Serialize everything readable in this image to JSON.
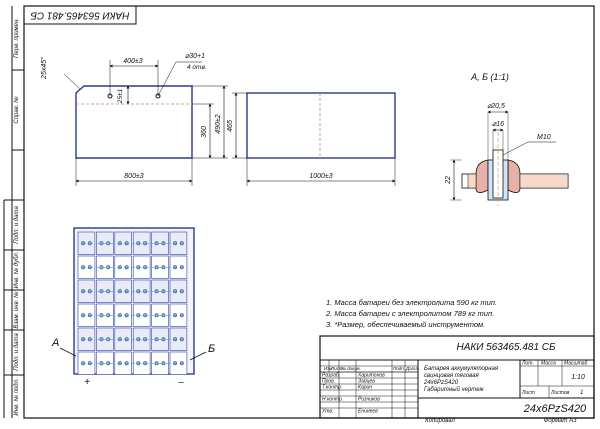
{
  "sheet": {
    "doc_code_rotated": "НАКИ 563465.481 СБ",
    "side_labels": [
      "Перв. примен.",
      "Справ. №",
      "Подп. и дата",
      "Инв. № дубл.",
      "Взам. инв. №",
      "Подп. и дата",
      "Инв. № подл."
    ],
    "footer_copied": "Копировал",
    "footer_format": "Формат А3"
  },
  "front_view": {
    "chamfer": "25х45°",
    "hole_dim": "400±3",
    "hole_diam": "⌀30+1",
    "hole_count": "4 отв.",
    "inner_offset": "25±1",
    "height_inner": "360",
    "height_outer": "490±2",
    "width": "800±3"
  },
  "side_view": {
    "height": "465",
    "length": "1000±3"
  },
  "detail": {
    "title": "А, Б (1:1)",
    "d1": "⌀20,5",
    "d2": "⌀16",
    "thread": "М10",
    "height": "22"
  },
  "plan_view": {
    "label_a": "А",
    "label_b": "Б",
    "plus": "+",
    "minus": "–"
  },
  "notes": [
    "1. Масса батареи без электролита 590 кг тип.",
    "2. Масса батареи с электролитом 789 кг тип.",
    "3. *Размер, обеспечиваемый инструментом."
  ],
  "title_block": {
    "doc_code": "НАКИ 563465.481 СБ",
    "name_lines": [
      "Батарея аккумуляторная",
      "свинцовая тяговая",
      "24х6PzS420",
      "Габаритный чертеж"
    ],
    "col_headers": [
      "Изм",
      "Лист",
      "№ докум.",
      "Подп.",
      "Дата"
    ],
    "roles": [
      "Разраб.",
      "Пров.",
      "Т.контр.",
      "Н.контр.",
      "Утв."
    ],
    "people": [
      "Харитонов",
      "Зайцев",
      "Карин",
      "Ризников",
      "Енинеев"
    ],
    "lit_label": "Лит.",
    "mass_label": "Масса",
    "scale_label": "Масштаб",
    "scale": "1:10",
    "sheet_label": "Лист",
    "sheets_label": "Листов",
    "sheets": "1",
    "designation": "24х6PzS420"
  }
}
